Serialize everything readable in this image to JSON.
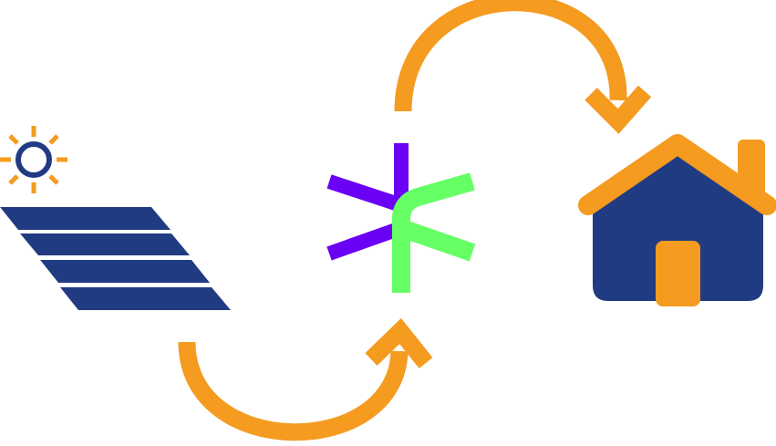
{
  "diagram": {
    "nodes": [
      {
        "id": "solar-panel",
        "icon": "solar-panel-icon"
      },
      {
        "id": "energy-hub",
        "icon": "asterisk-hub-icon"
      },
      {
        "id": "house",
        "icon": "house-icon"
      }
    ],
    "edges": [
      {
        "from": "solar-panel",
        "to": "energy-hub",
        "icon": "curved-arrow-icon"
      },
      {
        "from": "energy-hub",
        "to": "house",
        "icon": "curved-arrow-icon"
      }
    ]
  },
  "colors": {
    "navy": "#213B83",
    "orange": "#F49B20",
    "purple": "#6A00F4",
    "green": "#66FF66",
    "background": "#FFFFFF"
  }
}
